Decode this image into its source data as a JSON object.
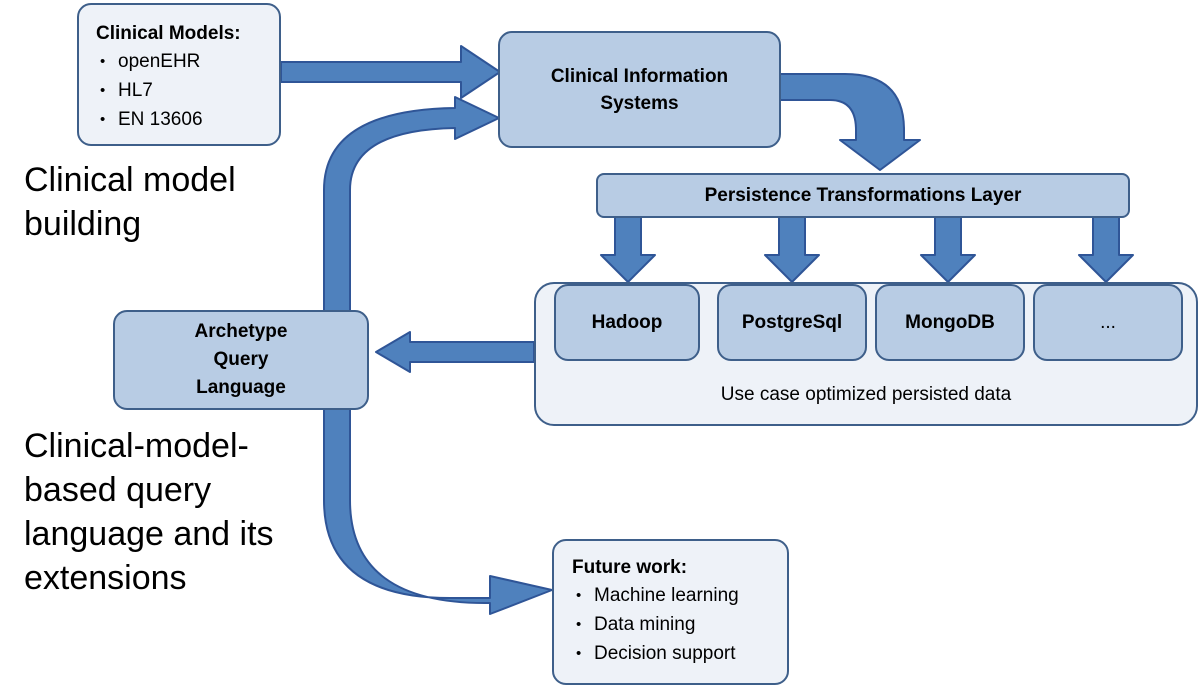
{
  "clinical_models": {
    "title": "Clinical Models:",
    "items": [
      "openEHR",
      "HL7",
      "EN 13606"
    ]
  },
  "clinical_information_systems": {
    "line1": "Clinical Information",
    "line2": "Systems"
  },
  "persistence_layer": {
    "label": "Persistence Transformations Layer"
  },
  "databases": {
    "items": [
      "Hadoop",
      "PostgreSql",
      "MongoDB",
      "..."
    ],
    "caption": "Use case optimized persisted data"
  },
  "aql": {
    "line1": "Archetype",
    "line2": "Query",
    "line3": "Language"
  },
  "future_work": {
    "title": "Future work:",
    "items": [
      "Machine learning",
      "Data mining",
      "Decision support"
    ]
  },
  "side_labels": {
    "model_building": {
      "line1": "Clinical model",
      "line2": "building"
    },
    "query_language": {
      "line1": "Clinical-model-",
      "line2": "based query",
      "line3": "language and its",
      "line4": "extensions"
    }
  },
  "colors": {
    "arrow_fill": "#4f81bd",
    "arrow_stroke": "#2f5597",
    "box_border": "#3e5f8a",
    "box_blue": "#b8cce4",
    "box_light": "#eef2f8"
  }
}
